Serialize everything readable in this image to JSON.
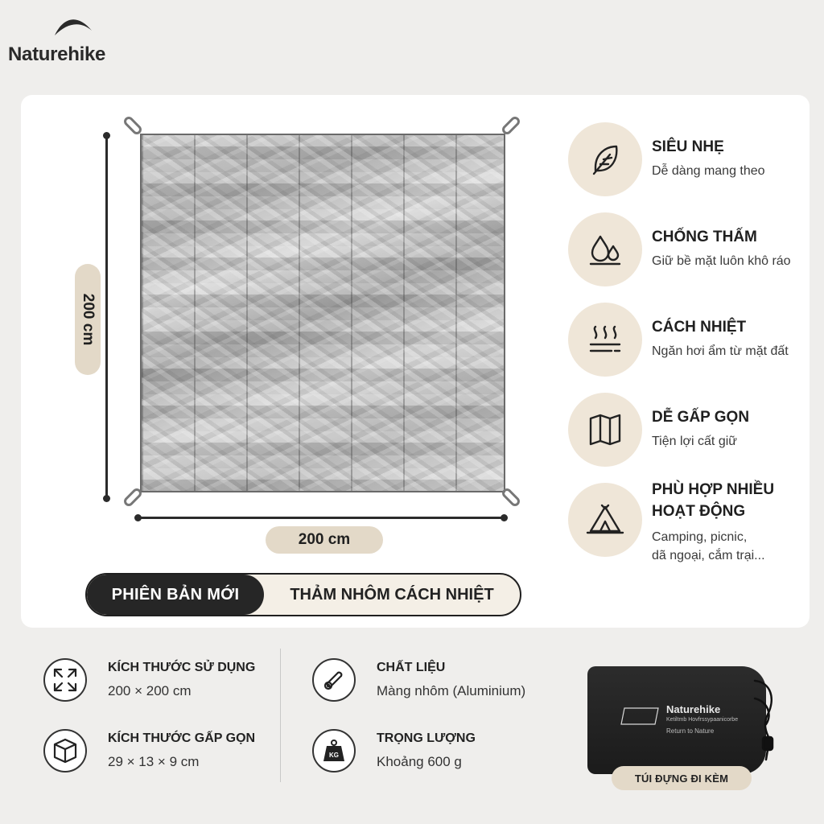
{
  "brand": {
    "name": "Naturehike"
  },
  "mat": {
    "height_label": "200 cm",
    "width_label": "200 cm"
  },
  "version": {
    "badge": "PHIÊN BẢN MỚI",
    "product_name": "THẢM NHÔM CÁCH NHIỆT"
  },
  "features": [
    {
      "icon": "feather-icon",
      "title": "SIÊU NHẸ",
      "desc": "Dễ dàng mang theo"
    },
    {
      "icon": "water-drops-icon",
      "title": "CHỐNG THẤM",
      "desc": "Giữ bề mặt luôn khô ráo"
    },
    {
      "icon": "heat-waves-icon",
      "title": "CÁCH NHIỆT",
      "desc": "Ngăn hơi ẩm từ mặt đất"
    },
    {
      "icon": "folded-map-icon",
      "title": "DỄ GẤP GỌN",
      "desc": "Tiện lợi cất giữ"
    },
    {
      "icon": "tent-icon",
      "title_line1": "PHÙ HỢP NHIỀU",
      "title_line2": "HOẠT ĐỘNG",
      "desc_line1": "Camping, picnic,",
      "desc_line2": "dã ngoại, cắm trại..."
    }
  ],
  "specs": [
    {
      "icon": "expand-arrows-icon",
      "label": "KÍCH THƯỚC SỬ DỤNG",
      "value": "200 × 200 cm"
    },
    {
      "icon": "box-icon",
      "label": "KÍCH THƯỚC GẤP GỌN",
      "value": "29 × 13 × 9 cm"
    },
    {
      "icon": "rolled-mat-icon",
      "label": "CHẤT LIỆU",
      "value": "Màng nhôm (Aluminium)"
    },
    {
      "icon": "weight-icon",
      "label": "TRỌNG LƯỢNG",
      "value": "Khoảng 600 g",
      "icon_text": "KG"
    }
  ],
  "bag": {
    "brand": "Naturehike",
    "line1": "Ketiltmb Hovfrssypaanicorbe",
    "line2": "Return to Nature",
    "caption": "TÚI ĐỰNG ĐI KÈM"
  },
  "colors": {
    "background": "#efeeec",
    "tan": "#e3d9c8",
    "icon_circle": "#efe6d8",
    "dark": "#262626"
  }
}
